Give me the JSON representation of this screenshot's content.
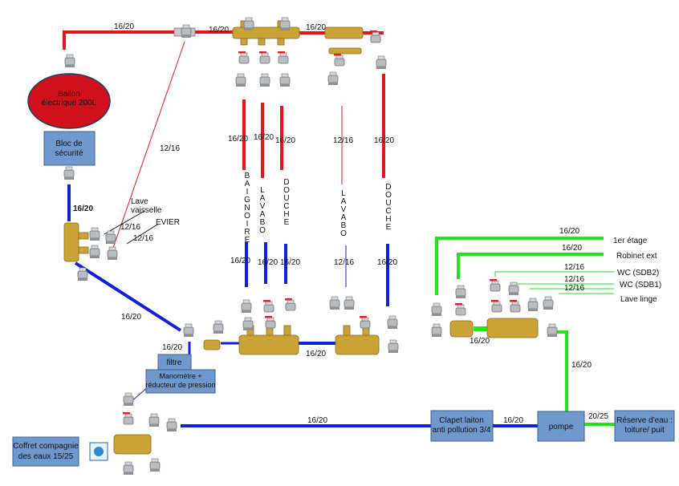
{
  "colors": {
    "hot_water": "#e8141c",
    "cold_water": "#1020d8",
    "raw_water": "#22e51a",
    "box_fill": "#6f99cc",
    "ballon_fill": "#d0111c",
    "brass": "#c9a335"
  },
  "components": {
    "ballon": "Ballon électrique 200L",
    "bloc_securite": "Bloc de sécurité",
    "filtre": "filtre",
    "manometre": "Manomètre + réducteur de pression",
    "coffret": "Coffret compagnie des eaux 15/25",
    "clapet": "Clapet laiton anti pollution 3/4",
    "pompe": "pompe",
    "reserve": "Réserve d'eau : toiture/ puit"
  },
  "fixtures": {
    "baignoire": "BAIGNOIRE",
    "lavabo1": "LAVABO",
    "douche1": "DOUCHE",
    "lavabo2": "LAVABO",
    "douche2": "DOUCHE",
    "lave_vaisselle": "Lave vaisselle",
    "evier": "EVIER",
    "etage": "1er étage",
    "robinet": "Robinet ext",
    "wc2": "WC (SDB2)",
    "wc1": "WC (SDB1)",
    "lave_linge": "Lave linge"
  },
  "pipe_sizes": {
    "s1620": "16/20",
    "s1216": "12/16",
    "s2025": "20/25"
  }
}
